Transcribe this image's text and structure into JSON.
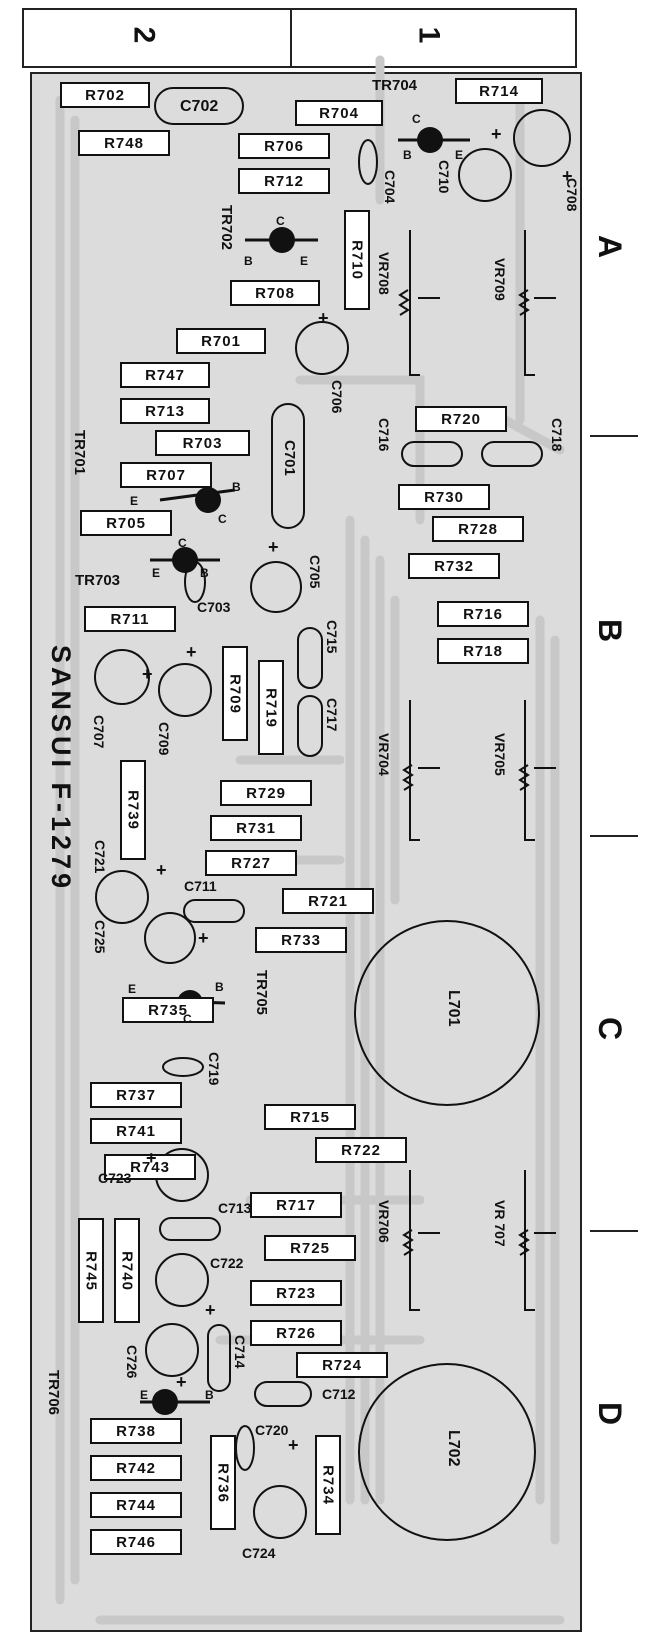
{
  "columns": [
    "2",
    "1"
  ],
  "rows": [
    "A",
    "B",
    "C",
    "D"
  ],
  "board": {
    "title": "SANSUI F-1279"
  },
  "resistors": {
    "R702": "R702",
    "R704": "R704",
    "R714": "R714",
    "R748": "R748",
    "R706": "R706",
    "R712": "R712",
    "R708": "R708",
    "R701": "R701",
    "R747": "R747",
    "R713": "R713",
    "R703": "R703",
    "R707": "R707",
    "R705": "R705",
    "R720": "R720",
    "R730": "R730",
    "R728": "R728",
    "R732": "R732",
    "R711": "R711",
    "R716": "R716",
    "R718": "R718",
    "R729": "R729",
    "R731": "R731",
    "R727": "R727",
    "R721": "R721",
    "R733": "R733",
    "R735": "R735",
    "R737": "R737",
    "R741": "R741",
    "R715": "R715",
    "R722": "R722",
    "R743": "R743",
    "R717": "R717",
    "R725": "R725",
    "R723": "R723",
    "R726": "R726",
    "R724": "R724",
    "R738": "R738",
    "R742": "R742",
    "R744": "R744",
    "R746": "R746",
    "R710": "R710",
    "R709": "R709",
    "R719": "R719",
    "R739": "R739",
    "R745": "R745",
    "R740": "R740",
    "R736": "R736",
    "R734": "R734"
  },
  "capacitors": {
    "C702": "C702",
    "C704": "C704",
    "C710": "C710",
    "C708": "C708",
    "C706": "C706",
    "C701": "C701",
    "C716": "C716",
    "C718": "C718",
    "C705": "C705",
    "C703": "C703",
    "C715": "C715",
    "C717": "C717",
    "C707": "C707",
    "C709": "C709",
    "C721": "C721",
    "C711": "C711",
    "C725": "C725",
    "C719": "C719",
    "C723": "C723",
    "C713": "C713",
    "C722": "C722",
    "C714": "C714",
    "C726": "C726",
    "C712": "C712",
    "C720": "C720",
    "C724": "C724"
  },
  "transistors": {
    "TR704": "TR704",
    "TR702": "TR702",
    "TR701": "TR701",
    "TR703": "TR703",
    "TR705": "TR705",
    "TR706": "TR706"
  },
  "pins": {
    "b": "B",
    "c": "C",
    "e": "E"
  },
  "variable_resistors": {
    "VR708": "VR708",
    "VR709": "VR709",
    "VR704": "VR704",
    "VR705": "VR705",
    "VR706": "VR706",
    "VR707": "VR 707"
  },
  "inductors": {
    "L701": "L701",
    "L702": "L702"
  },
  "plus": "+"
}
